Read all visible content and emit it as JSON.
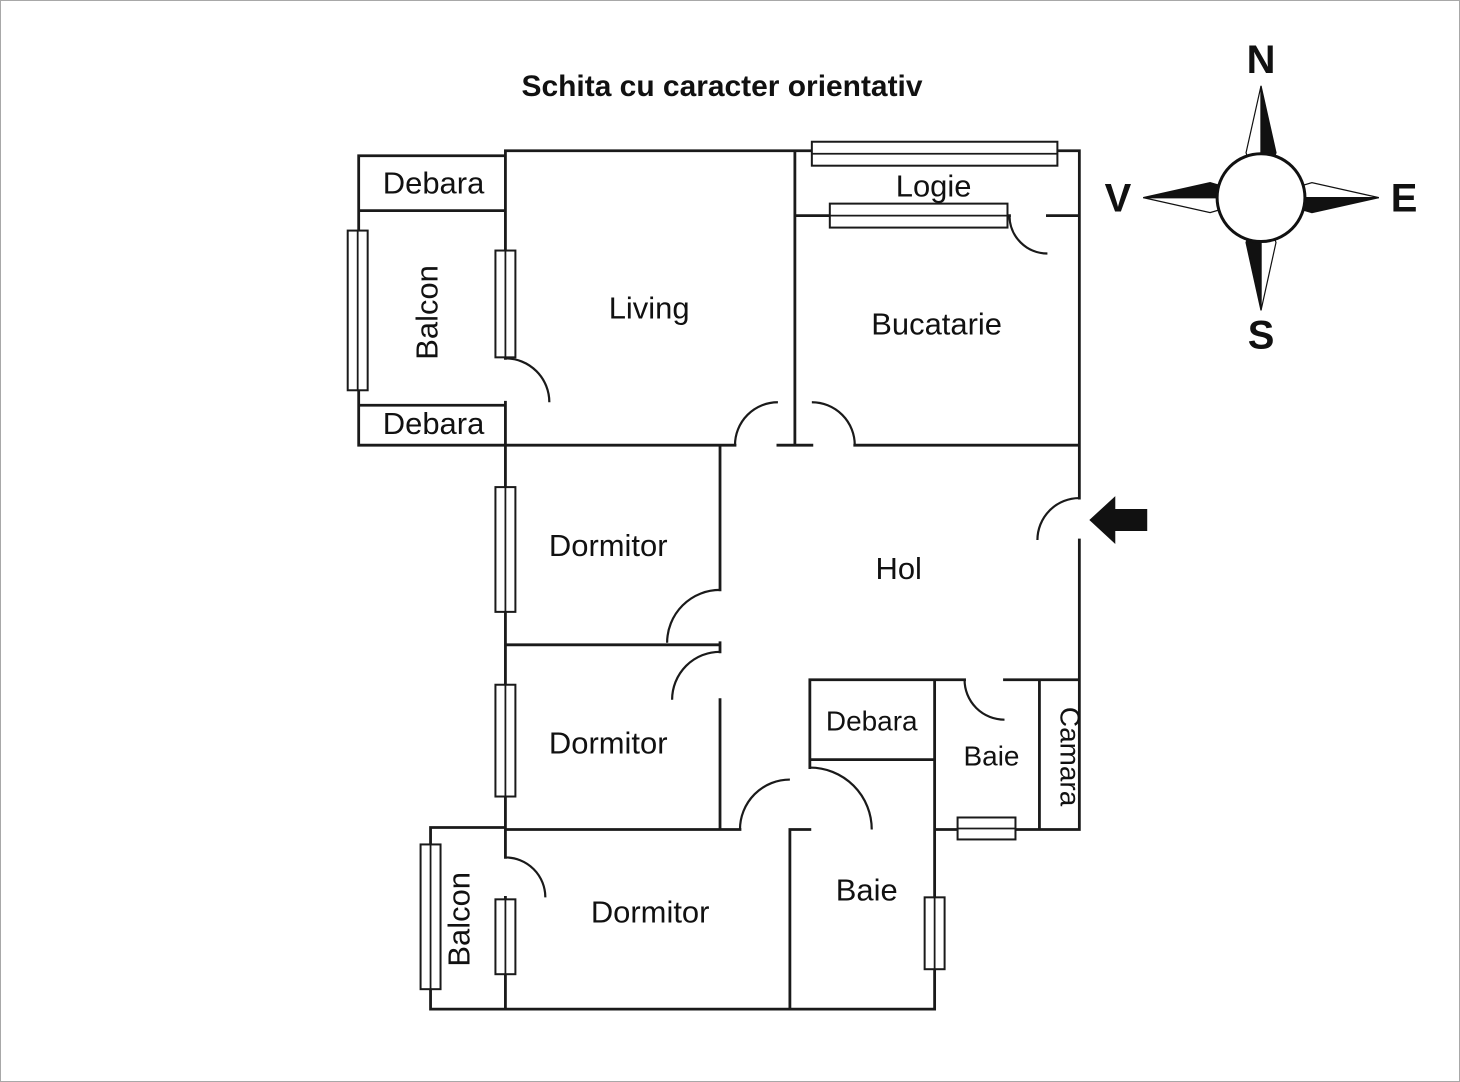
{
  "page": {
    "title": "Schita cu caracter orientativ",
    "background_color": "#ffffff",
    "wall_color": "#1a1a1a",
    "border_color": "#a8a8a8",
    "arrow_color": "#111111"
  },
  "compass": {
    "north": "N",
    "east": "E",
    "south": "S",
    "west": "V"
  },
  "rooms": [
    {
      "id": "debara-top",
      "label": "Debara"
    },
    {
      "id": "balcon-top",
      "label": "Balcon"
    },
    {
      "id": "debara-mid",
      "label": "Debara"
    },
    {
      "id": "living",
      "label": "Living"
    },
    {
      "id": "logie",
      "label": "Logie"
    },
    {
      "id": "bucatarie",
      "label": "Bucatarie"
    },
    {
      "id": "dormitor-1",
      "label": "Dormitor"
    },
    {
      "id": "hol",
      "label": "Hol"
    },
    {
      "id": "dormitor-2",
      "label": "Dormitor"
    },
    {
      "id": "debara-hol",
      "label": "Debara"
    },
    {
      "id": "baie-upper",
      "label": "Baie"
    },
    {
      "id": "camara",
      "label": "Camara"
    },
    {
      "id": "balcon-bottom",
      "label": "Balcon"
    },
    {
      "id": "dormitor-3",
      "label": "Dormitor"
    },
    {
      "id": "baie-lower",
      "label": "Baie"
    }
  ]
}
